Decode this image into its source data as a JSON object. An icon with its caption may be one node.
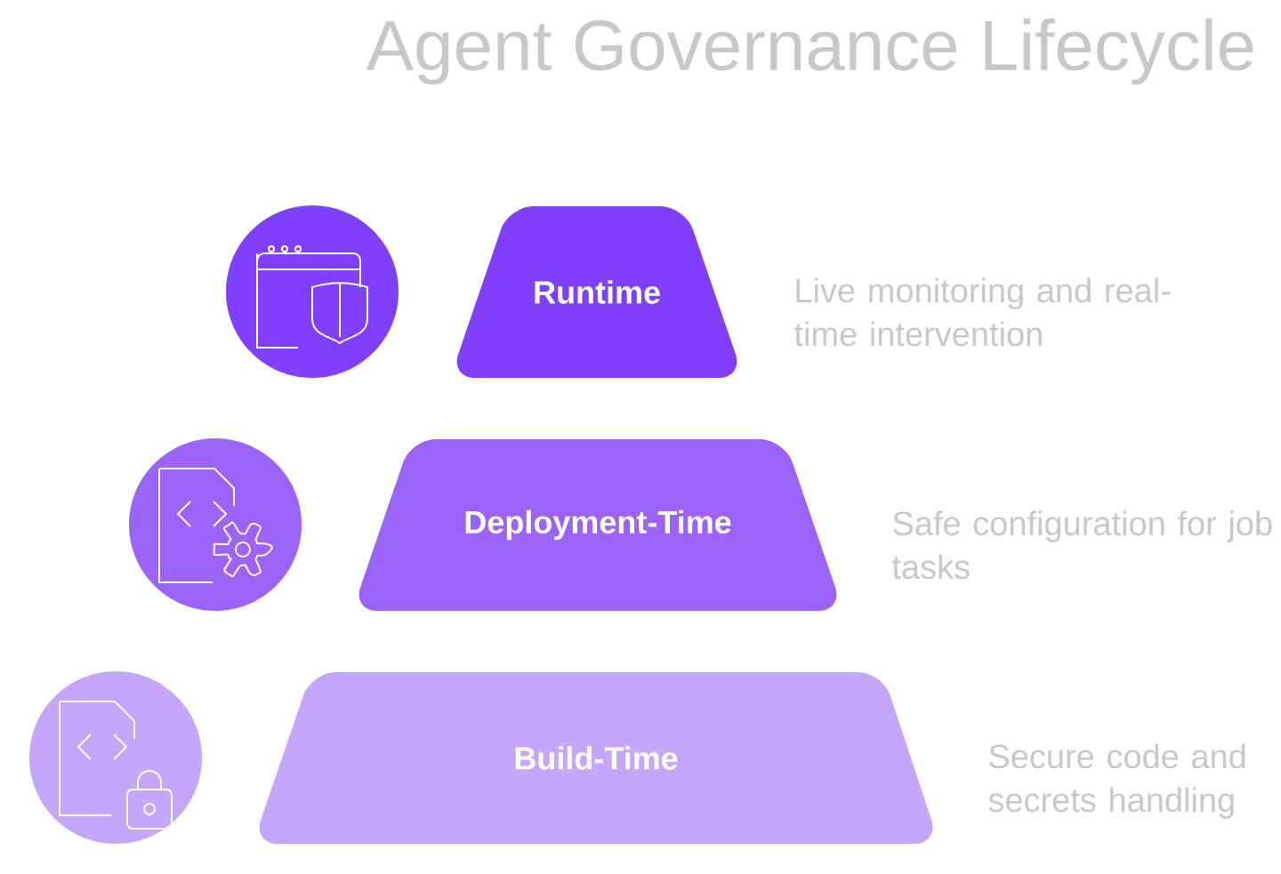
{
  "diagram": {
    "title": "Agent Governance Lifecycle",
    "nodes": [
      {
        "text": [
          "Runtime"
        ],
        "beside": [
          "Live monitoring and real-time intervention"
        ]
      },
      {
        "text": [
          "Deployment-Time"
        ],
        "beside": [
          "Safe configuration for job tasks"
        ]
      },
      {
        "text": [
          "Build-Time"
        ],
        "beside": [
          "Secure code and secrets handling"
        ]
      }
    ]
  }
}
